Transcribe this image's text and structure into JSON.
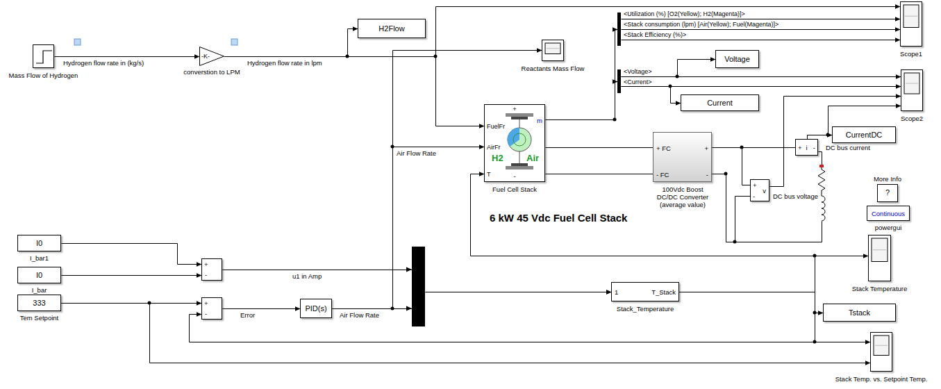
{
  "diagram": {
    "title": "6 kW 45 Vdc Fuel Cell Stack",
    "nodes": [
      {
        "text": [
          "Mass Flow of Hydrogen"
        ]
      },
      {
        "text": [
          "-K-",
          "converstion to LPM"
        ]
      },
      {
        "text": [
          "H2Flow"
        ]
      },
      {
        "text": [
          "Reactants Mass Flow"
        ]
      },
      {
        "text": [
          "<Utilization (%) [O2(Yellow); H2(Magenta)]>",
          "<Stack consumption (lpm) [Air(Yellow); Fuel(Magenta)]>",
          "<Stack Efficiency (%)>"
        ]
      },
      {
        "text": [
          "Scope1"
        ]
      },
      {
        "text": [
          "<Voltage>",
          "<Current>"
        ]
      },
      {
        "text": [
          "Voltage"
        ]
      },
      {
        "text": [
          "Scope2"
        ]
      },
      {
        "text": [
          "Current"
        ]
      },
      {
        "text": [
          "FuelFr",
          "AirFr",
          "T",
          "m",
          "+",
          "-",
          "H2",
          "Air",
          "Fuel Cell Stack"
        ]
      },
      {
        "text": [
          "+ FC",
          "- FC",
          "+",
          "-",
          "100Vdc Boost DC/DC Converter (average value)"
        ]
      },
      {
        "text": [
          "+",
          "i",
          "-",
          "DC bus current"
        ]
      },
      {
        "text": [
          "CurrentDC"
        ]
      },
      {
        "text": [
          "+",
          "v",
          "-",
          "DC bus voltage"
        ]
      },
      {
        "text": [
          "?",
          "More Info"
        ]
      },
      {
        "text": [
          "Continuous",
          "powergui"
        ]
      },
      {
        "text": [
          "Stack Temperature"
        ]
      },
      {
        "text": [
          "I0",
          "I_bar1"
        ]
      },
      {
        "text": [
          "I0",
          "I_bar"
        ]
      },
      {
        "text": [
          "+",
          "-"
        ]
      },
      {
        "text": [
          "333",
          "Tem Setpoint"
        ]
      },
      {
        "text": [
          "+",
          "-"
        ]
      },
      {
        "text": [
          "PID(s)"
        ]
      },
      {
        "text": [
          "1",
          "T_Stack",
          "Stack_Temperature"
        ]
      },
      {
        "text": [
          "Tstack"
        ]
      },
      {
        "text": [
          "Stack Temp. vs. Setpoint Temp."
        ]
      }
    ],
    "edges": [
      {
        "from": 0,
        "to": 1,
        "arrow": "to",
        "label": "Hydrogen flow rate in (kg/s)"
      },
      {
        "from": 1,
        "to": 2,
        "arrow": "to",
        "label": "Hydrogen flow rate in lpm"
      },
      {
        "from": 1,
        "to": 10,
        "arrow": "to"
      },
      {
        "from": 1,
        "to": 5,
        "arrow": "to"
      },
      {
        "from": 10,
        "to": 4,
        "arrow": "to"
      },
      {
        "from": 10,
        "to": 6,
        "arrow": "to"
      },
      {
        "from": 4,
        "to": 5,
        "arrow": "to"
      },
      {
        "from": 4,
        "to": 5,
        "arrow": "to"
      },
      {
        "from": 4,
        "to": 5,
        "arrow": "to"
      },
      {
        "from": 6,
        "to": 7,
        "arrow": "to"
      },
      {
        "from": 6,
        "to": 8,
        "arrow": "to"
      },
      {
        "from": 6,
        "to": 8,
        "arrow": "to"
      },
      {
        "from": 6,
        "to": 9,
        "arrow": "to"
      },
      {
        "from": 10,
        "to": 11,
        "arrow": "none"
      },
      {
        "from": 10,
        "to": 11,
        "arrow": "none"
      },
      {
        "from": 11,
        "to": 12,
        "arrow": "none"
      },
      {
        "from": 11,
        "to": 14,
        "arrow": "none"
      },
      {
        "from": 11,
        "to": 14,
        "arrow": "none"
      },
      {
        "from": 12,
        "to": 11,
        "arrow": "none"
      },
      {
        "from": 12,
        "to": 8,
        "arrow": "to"
      },
      {
        "from": 12,
        "to": 13,
        "arrow": "to"
      },
      {
        "from": 14,
        "to": 8,
        "arrow": "to"
      },
      {
        "from": 18,
        "to": 20,
        "arrow": "to"
      },
      {
        "from": 19,
        "to": 20,
        "arrow": "to"
      },
      {
        "from": 20,
        "to": 24,
        "arrow": "to",
        "label": "u1 in Amp"
      },
      {
        "from": 21,
        "to": 22,
        "arrow": "to"
      },
      {
        "from": 22,
        "to": 23,
        "arrow": "to",
        "label": "Error"
      },
      {
        "from": 23,
        "to": 24,
        "arrow": "to",
        "label": "Air Flow Rate"
      },
      {
        "from": 23,
        "to": 10,
        "arrow": "to",
        "label": "Air Flow Rate"
      },
      {
        "from": 23,
        "to": 3,
        "arrow": "to"
      },
      {
        "from": 24,
        "to": 25,
        "arrow": "to"
      },
      {
        "from": 24,
        "to": 17,
        "arrow": "to"
      },
      {
        "from": 24,
        "to": 26,
        "arrow": "to"
      },
      {
        "from": 24,
        "to": 22,
        "arrow": "to"
      },
      {
        "from": 24,
        "to": 10,
        "arrow": "to"
      },
      {
        "from": 21,
        "to": 26,
        "arrow": "to"
      }
    ]
  }
}
